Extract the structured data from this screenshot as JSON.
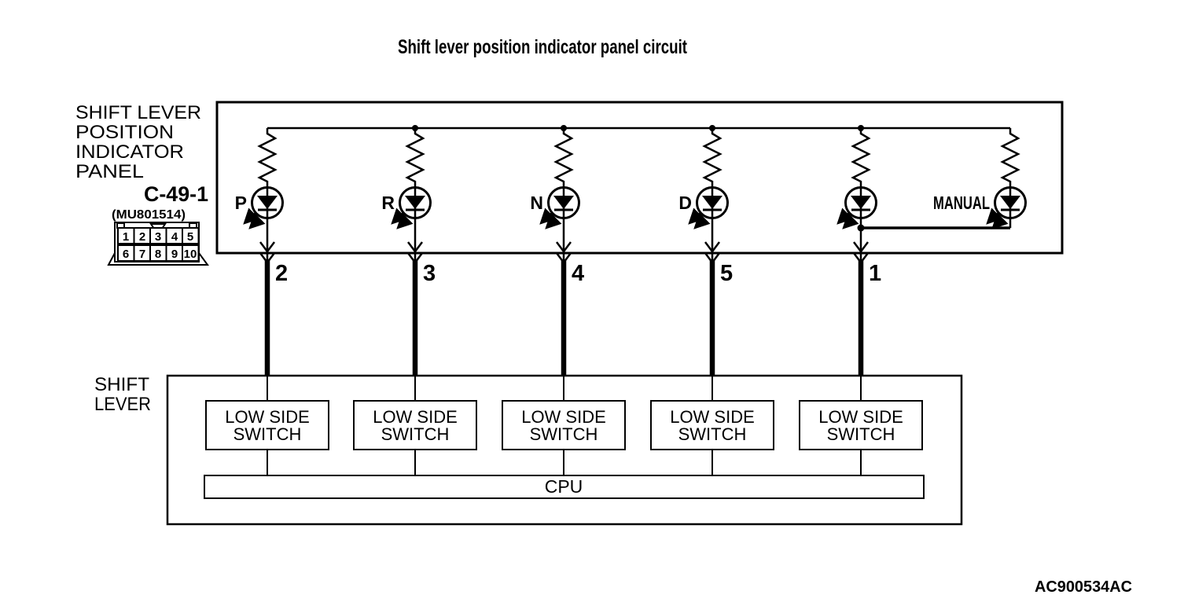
{
  "title": "Shift lever position indicator panel circuit",
  "figure_code": "AC900534AC",
  "colors": {
    "line": "#000000",
    "background": "#ffffff"
  },
  "indicator_panel": {
    "name_lines": [
      "SHIFT LEVER",
      "POSITION",
      "INDICATOR",
      "PANEL"
    ],
    "connector_code": "C-49-1",
    "connector_part_number": "(MU801514)",
    "connector_pin_rows": [
      [
        "1",
        "2",
        "3",
        "4",
        "5"
      ],
      [
        "6",
        "7",
        "8",
        "9",
        "10"
      ]
    ],
    "leds": [
      {
        "label": "P",
        "pin": "2"
      },
      {
        "label": "R",
        "pin": "3"
      },
      {
        "label": "N",
        "pin": "4"
      },
      {
        "label": "D",
        "pin": "5"
      },
      {
        "label": "",
        "pin": "1"
      },
      {
        "label": "MANUAL",
        "pin": ""
      }
    ]
  },
  "shift_lever": {
    "name_lines": [
      "SHIFT",
      "LEVER"
    ],
    "switches": [
      {
        "line1": "LOW SIDE",
        "line2": "SWITCH"
      },
      {
        "line1": "LOW SIDE",
        "line2": "SWITCH"
      },
      {
        "line1": "LOW SIDE",
        "line2": "SWITCH"
      },
      {
        "line1": "LOW SIDE",
        "line2": "SWITCH"
      },
      {
        "line1": "LOW SIDE",
        "line2": "SWITCH"
      }
    ],
    "cpu_label": "CPU"
  }
}
